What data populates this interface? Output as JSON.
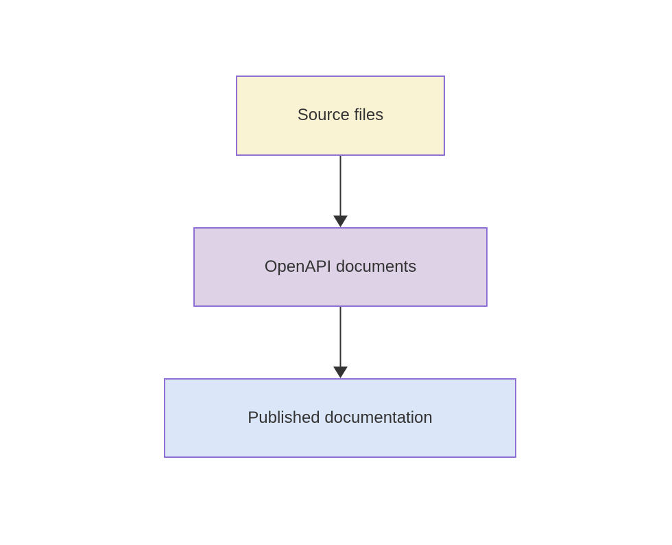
{
  "diagram": {
    "type": "flowchart",
    "direction": "top-down",
    "background_color": "#ffffff",
    "node_border_color": "#8f6fd4",
    "text_color": "#333333",
    "edge_color": "#333333",
    "nodes": [
      {
        "id": "source",
        "label": "Source files",
        "fill": "#faf3d3"
      },
      {
        "id": "openapi",
        "label": "OpenAPI documents",
        "fill": "#ddd2e6"
      },
      {
        "id": "published",
        "label": "Published documentation",
        "fill": "#dbe6f8"
      }
    ],
    "edges": [
      {
        "from": "source",
        "to": "openapi",
        "style": "solid-arrow"
      },
      {
        "from": "openapi",
        "to": "published",
        "style": "solid-arrow"
      }
    ]
  }
}
